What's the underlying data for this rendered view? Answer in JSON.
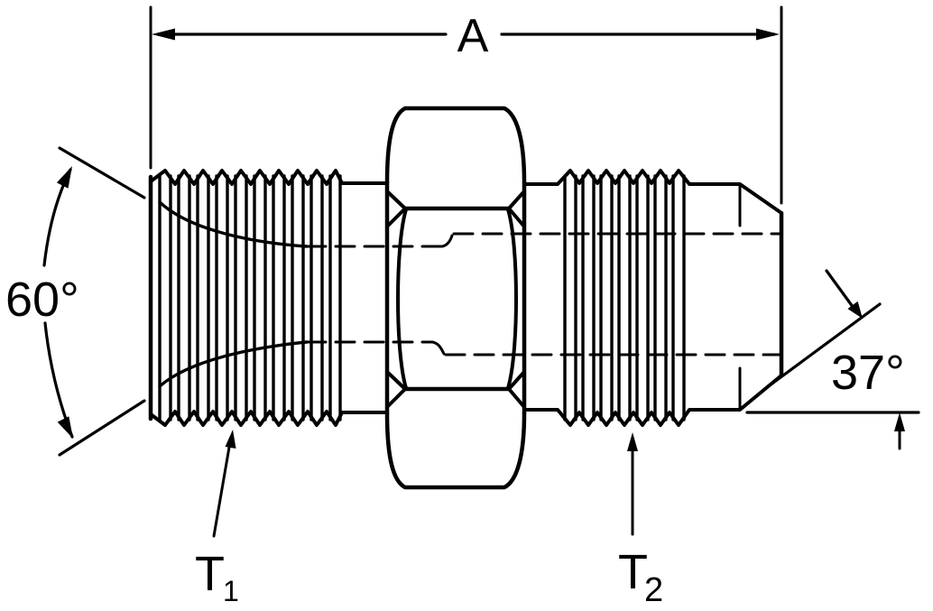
{
  "labels": {
    "overall_length": "A",
    "pipe_thread_angle": "60°",
    "flare_seat_angle": "37°",
    "thread_one": {
      "base": "T",
      "subscript": "1"
    },
    "thread_two": {
      "base": "T",
      "subscript": "2"
    }
  },
  "colors": {
    "line": "#000000",
    "background": "#ffffff"
  }
}
